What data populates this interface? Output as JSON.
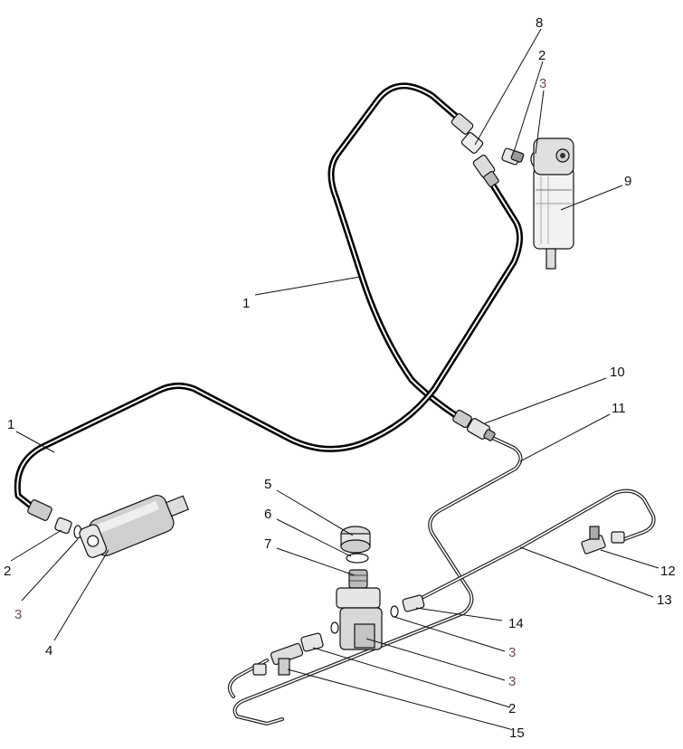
{
  "callouts": {
    "c1_upper": "1",
    "c1_left": "1",
    "c2_top": "2",
    "c2_left": "2",
    "c2_bottom": "2",
    "c3_top": "3",
    "c3_left": "3",
    "c3_mid": "3",
    "c3_low": "3",
    "c4": "4",
    "c5": "5",
    "c6": "6",
    "c7": "7",
    "c8": "8",
    "c9": "9",
    "c10": "10",
    "c11": "11",
    "c12": "12",
    "c13": "13",
    "c14": "14",
    "c15": "15"
  },
  "colors": {
    "label": "#111111",
    "label_accent": "#6e4a4e",
    "line": "#000000"
  }
}
